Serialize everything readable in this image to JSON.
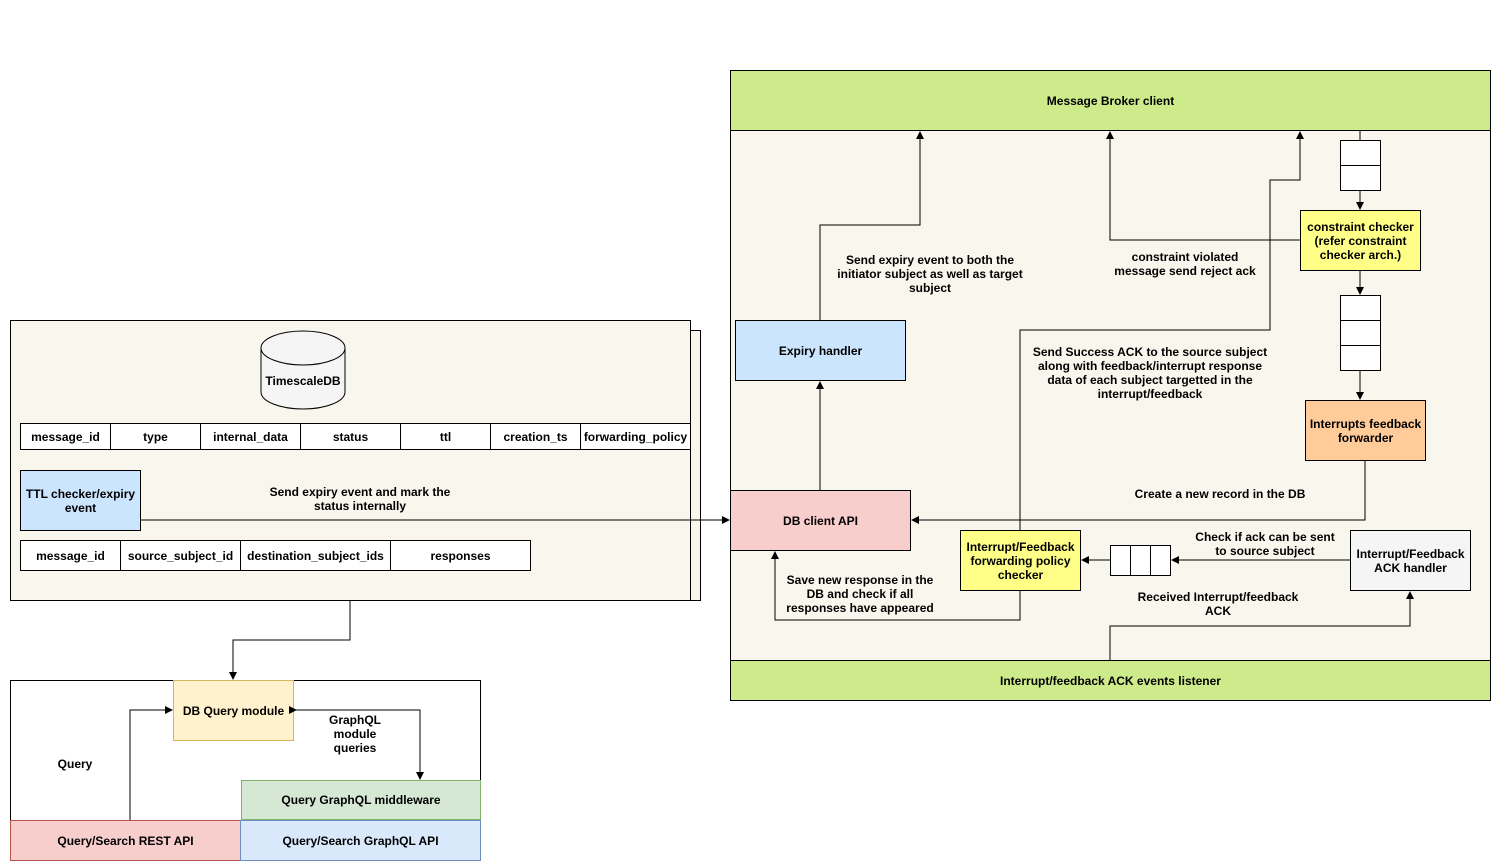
{
  "colors": {
    "green": "#cdeb8b",
    "panel": "#f9f7ed",
    "blue": "#cce5ff",
    "pink": "#f8cecc",
    "yellow": "#ffff88",
    "orange": "#ffcc99",
    "gray": "#f5f5f5",
    "cream": "#fff2cc",
    "mint": "#d5e8d4",
    "lightblue": "#dae8fc"
  },
  "db": {
    "name": "TimescaleDB",
    "message_table": [
      "message_id",
      "type",
      "internal_data",
      "status",
      "ttl",
      "creation_ts",
      "forwarding_policy"
    ],
    "response_table": [
      "message_id",
      "source_subject_id",
      "destination_subject_ids",
      "responses"
    ],
    "ttl_checker": "TTL checker/expiry event"
  },
  "broker": {
    "client": "Message Broker client",
    "listener": "Interrupt/feedback ACK events listener",
    "expiry_handler": "Expiry handler",
    "db_client": "DB client API",
    "constraint_checker": "constraint checker (refer constraint checker arch.)",
    "interrupts_forwarder": "Interrupts feedback forwarder",
    "policy_checker": "Interrupt/Feedback forwarding policy checker",
    "ack_handler": "Interrupt/Feedback ACK handler"
  },
  "labels": {
    "send_expiry_mark": "Send expiry event and mark the status internally",
    "send_expiry_both": "Send expiry event to both the initiator subject as well as target subject",
    "constraint_violated": "constraint violated message send reject ack",
    "send_success_ack": "Send Success ACK to the source subject along with feedback/interrupt response data of each subject targetted in the interrupt/feedback",
    "create_record": "Create a new record in the DB",
    "check_ack": "Check if ack can be sent to source subject",
    "save_response": "Save new response in the DB and check if all responses have appeared",
    "received_ack": "Received Interrupt/feedback ACK",
    "graphql_queries": "GraphQL module queries"
  },
  "query": {
    "label": "Query",
    "db_query_module": "DB Query module",
    "graphql_middleware": "Query GraphQL middleware",
    "rest_api": "Query/Search REST API",
    "graphql_api": "Query/Search GraphQL API"
  }
}
